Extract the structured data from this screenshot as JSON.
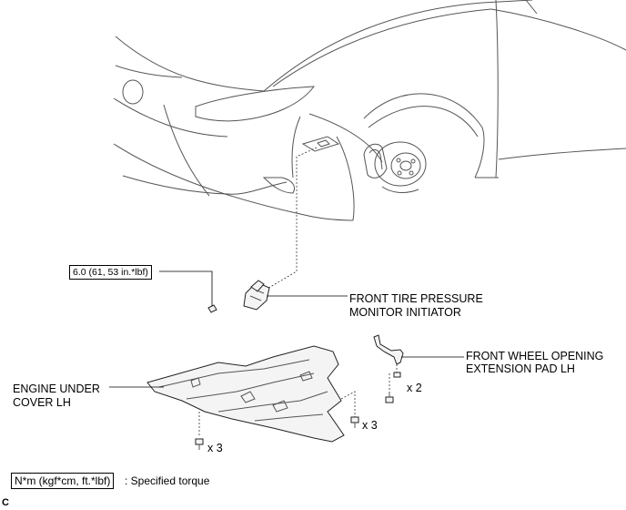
{
  "callouts": {
    "torque_value": "6.0 (61, 53 in.*lbf)",
    "initiator_line1": "FRONT TIRE PRESSURE",
    "initiator_line2": "MONITOR INITIATOR",
    "pad_line1": "FRONT WHEEL OPENING",
    "pad_line2": "EXTENSION PAD LH",
    "cover_line1": "ENGINE UNDER",
    "cover_line2": "COVER LH",
    "qty_pad_screws": "x 2",
    "qty_cover_screws_right": "x 3",
    "qty_cover_screws_bottom": "x 3"
  },
  "legend": {
    "unit_box": "N*m (kgf*cm, ft.*lbf)",
    "unit_desc": ": Specified torque"
  },
  "corner_mark": "C"
}
